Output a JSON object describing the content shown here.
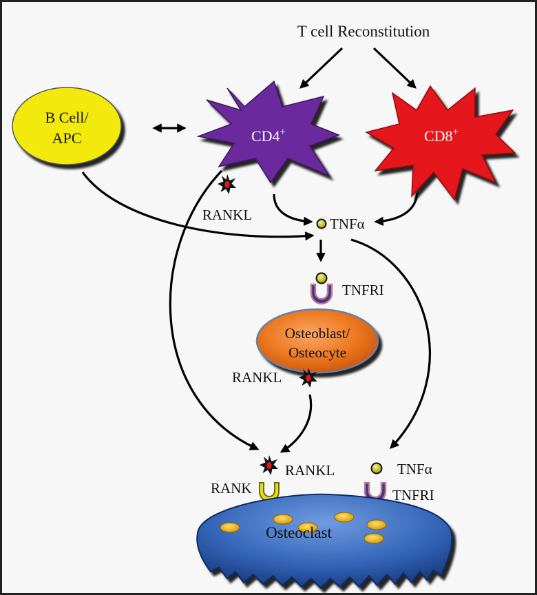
{
  "title": "T cell Reconstitution",
  "cells": {
    "b_cell": {
      "line1": "B Cell/",
      "line2": "APC"
    },
    "cd4": {
      "text": "CD4",
      "sup": "+"
    },
    "cd8": {
      "text": "CD8",
      "sup": "+"
    },
    "osteoblast": {
      "line1": "Osteoblast/",
      "line2": "Osteocyte"
    },
    "osteoclast": "Osteoclast"
  },
  "labels": {
    "rankl_cd4": "RANKL",
    "tnfa_center": "TNFα",
    "tnfri_center": "TNFRI",
    "rankl_osteoblast": "RANKL",
    "rankl_bottom": "RANKL",
    "rank": "RANK",
    "tnfa_bottom": "TNFα",
    "tnfri_bottom": "TNFRI"
  },
  "colors": {
    "b_cell": "#f2ea0e",
    "cd4": "#6a2a9e",
    "cd8": "#e5131b",
    "osteoblast": "#ec6d16",
    "osteoclast": "#2f62b4",
    "ligand": "#c8c81a",
    "rankl": "#d81c1c",
    "receptor_tnfri": "#3a3a8c",
    "receptor_rank": "#e0d81a"
  }
}
